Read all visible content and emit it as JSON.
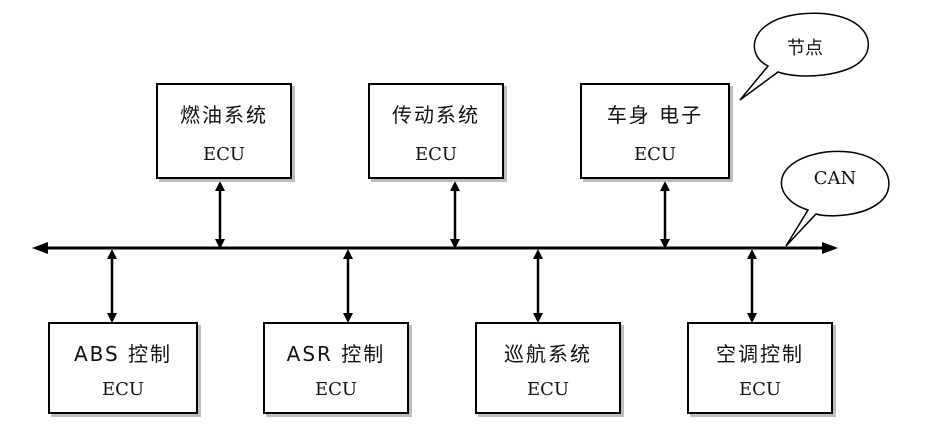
{
  "bus_label": "CAN",
  "node_label": "节点",
  "top_nodes": [
    {
      "name": "燃油系统",
      "ecu": "ECU"
    },
    {
      "name": "传动系统",
      "ecu": "ECU"
    },
    {
      "name": "车身 电子",
      "ecu": "ECU"
    }
  ],
  "bottom_nodes": [
    {
      "name": "ABS 控制",
      "ecu": "ECU"
    },
    {
      "name": "ASR 控制",
      "ecu": "ECU"
    },
    {
      "name": "巡航系统",
      "ecu": "ECU"
    },
    {
      "name": "空调控制",
      "ecu": "ECU"
    }
  ]
}
